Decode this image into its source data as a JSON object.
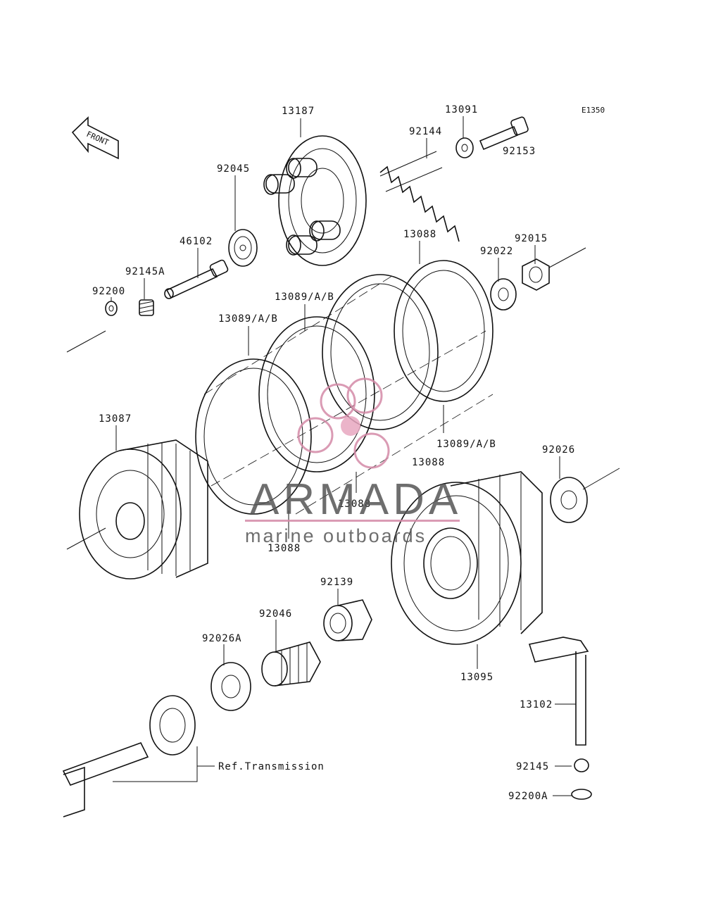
{
  "diagram": {
    "code": "E1350",
    "front_label": "FRONT",
    "ref_label": "Ref.Transmission",
    "watermark": {
      "brand": "ARMADA",
      "tagline": "marine outboards"
    },
    "labels": [
      {
        "id": "13187",
        "text": "13187"
      },
      {
        "id": "13091",
        "text": "13091"
      },
      {
        "id": "92144",
        "text": "92144"
      },
      {
        "id": "92153",
        "text": "92153"
      },
      {
        "id": "92045",
        "text": "92045"
      },
      {
        "id": "46102",
        "text": "46102"
      },
      {
        "id": "92145A",
        "text": "92145A"
      },
      {
        "id": "92200",
        "text": "92200"
      },
      {
        "id": "13088-a",
        "text": "13088"
      },
      {
        "id": "92022",
        "text": "92022"
      },
      {
        "id": "92015",
        "text": "92015"
      },
      {
        "id": "13089-a",
        "text": "13089/A/B"
      },
      {
        "id": "13089-b",
        "text": "13089/A/B"
      },
      {
        "id": "13089-c",
        "text": "13089/A/B"
      },
      {
        "id": "13087",
        "text": "13087"
      },
      {
        "id": "92026",
        "text": "92026"
      },
      {
        "id": "13088-b",
        "text": "13088"
      },
      {
        "id": "13088-c",
        "text": "13088"
      },
      {
        "id": "13088-d",
        "text": "13088"
      },
      {
        "id": "92139",
        "text": "92139"
      },
      {
        "id": "92046",
        "text": "92046"
      },
      {
        "id": "92026A",
        "text": "92026A"
      },
      {
        "id": "13095",
        "text": "13095"
      },
      {
        "id": "13102",
        "text": "13102"
      },
      {
        "id": "92145",
        "text": "92145"
      },
      {
        "id": "92200A",
        "text": "92200A"
      }
    ]
  }
}
